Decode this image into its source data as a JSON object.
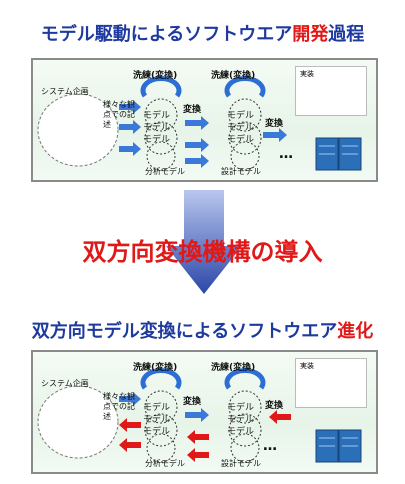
{
  "title_top": {
    "before": "モデル駆動によるソフトウエア",
    "highlight": "開発",
    "after": "過程"
  },
  "middle_label": "双方向変換機構の導入",
  "title_bottom": {
    "before": "双方向モデル変換によるソフトウエア",
    "highlight": "進化"
  },
  "panel_top": {
    "system_plan": "システム企画",
    "viewpoints": "様々な観点での記述",
    "refine1": "洗練(変換)",
    "refine2": "洗練(変換)",
    "transform1": "変換",
    "transform2": "変換",
    "model_word": "モデル",
    "analysis": "分析モデル",
    "design": "設計モデル",
    "ellipsis": "…",
    "implementation": "実装"
  },
  "panel_bottom": {
    "system_plan": "システム企画",
    "viewpoints": "様々な観点での記述",
    "refine1": "洗練(変換)",
    "refine2": "洗練(変換)",
    "transform1": "変換",
    "transform2": "変換",
    "model_word": "モデル",
    "analysis": "分析モデル",
    "design": "設計モデル",
    "ellipsis": "…",
    "implementation": "実装"
  },
  "colors": {
    "title_blue": "#1f3a9e",
    "accent_red": "#e01818",
    "arrow_blue": "#2b47a8",
    "cloud": "#ffffff"
  }
}
